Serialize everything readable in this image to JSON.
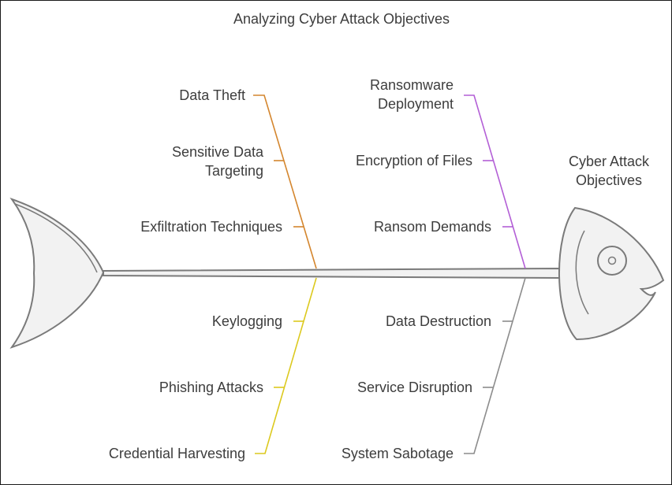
{
  "title": "Analyzing Cyber Attack Objectives",
  "head_label": [
    "Cyber Attack",
    "Objectives"
  ],
  "colors": {
    "data_theft": "#d4862e",
    "ransomware": "#b35fd6",
    "credentials": "#dcc91e",
    "sabotage": "#8c8c8c",
    "outline": "#7a7a7a",
    "fill": "#f2f2f2",
    "text": "#3d3d3d"
  },
  "branches": {
    "data_theft": {
      "title": "Data Theft",
      "causes": [
        [
          "Sensitive Data",
          "Targeting"
        ],
        [
          "Exfiltration Techniques"
        ]
      ]
    },
    "ransomware": {
      "title": [
        "Ransomware",
        "Deployment"
      ],
      "causes": [
        [
          "Encryption of Files"
        ],
        [
          "Ransom Demands"
        ]
      ]
    },
    "credentials": {
      "title": "Credential Harvesting",
      "causes": [
        [
          "Keylogging"
        ],
        [
          "Phishing Attacks"
        ]
      ]
    },
    "sabotage": {
      "title": "System Sabotage",
      "causes": [
        [
          "Data Destruction"
        ],
        [
          "Service Disruption"
        ]
      ]
    }
  }
}
